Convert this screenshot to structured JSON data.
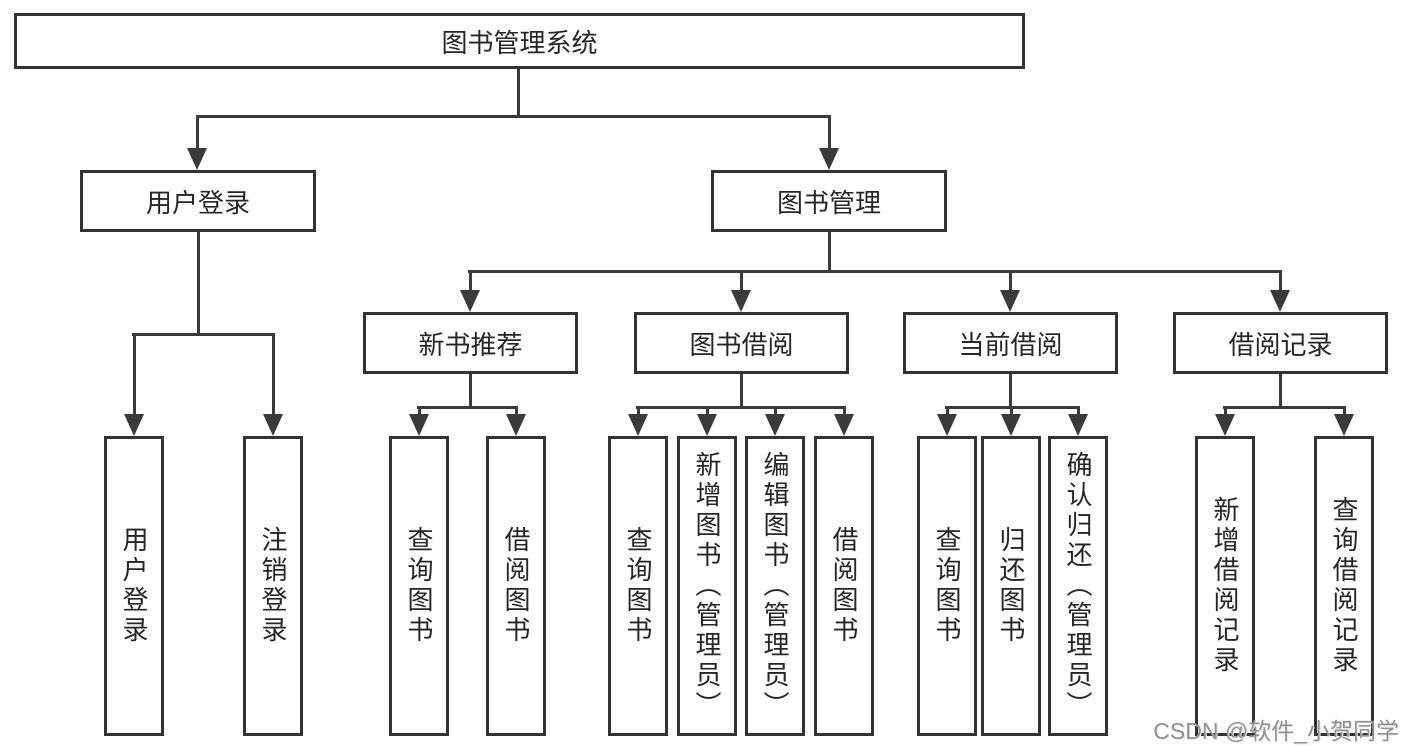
{
  "colors": {
    "border": "#333333",
    "connector": "#3a3a3a",
    "text": "#262626",
    "watermark": "#929292",
    "bg": "#ffffff"
  },
  "watermark": {
    "text": "CSDN @软件_小贺同学"
  },
  "tree": {
    "label": "图书管理系统",
    "children": [
      {
        "label": "用户登录",
        "children": [
          {
            "label": "用户登录"
          },
          {
            "label": "注销登录"
          }
        ]
      },
      {
        "label": "图书管理",
        "children": [
          {
            "label": "新书推荐",
            "children": [
              {
                "label": "查询图书"
              },
              {
                "label": "借阅图书"
              }
            ]
          },
          {
            "label": "图书借阅",
            "children": [
              {
                "label": "查询图书"
              },
              {
                "label": "新增图书（管理员）"
              },
              {
                "label": "编辑图书（管理员）"
              },
              {
                "label": "借阅图书"
              }
            ]
          },
          {
            "label": "当前借阅",
            "children": [
              {
                "label": "查询图书"
              },
              {
                "label": "归还图书"
              },
              {
                "label": "确认归还（管理员）"
              }
            ]
          },
          {
            "label": "借阅记录",
            "children": [
              {
                "label": "新增借阅记录"
              },
              {
                "label": "查询借阅记录"
              }
            ]
          }
        ]
      }
    ]
  }
}
